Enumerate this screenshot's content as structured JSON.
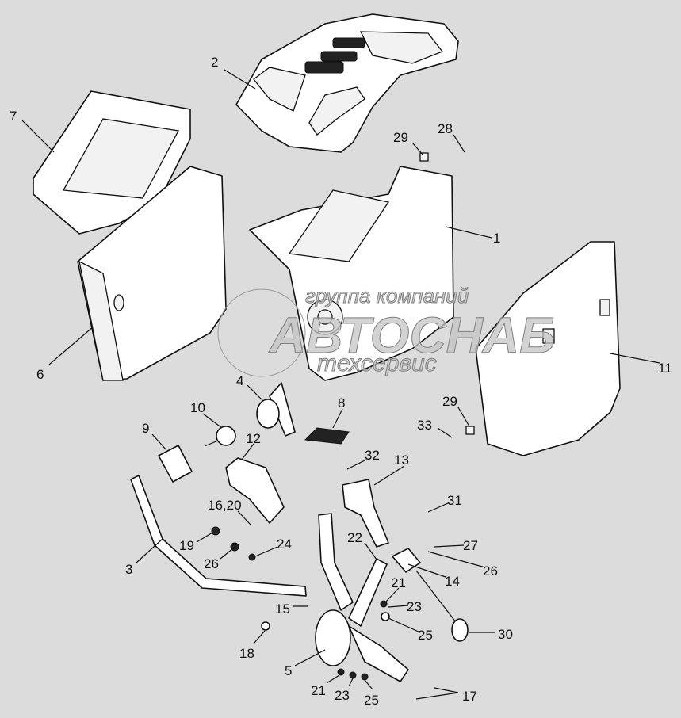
{
  "watermark": {
    "line1": "группа компаний",
    "line2": "АВТОСНАБ",
    "line3": "техсервис"
  },
  "callouts": [
    {
      "id": "c2",
      "text": "2"
    },
    {
      "id": "c7",
      "text": "7"
    },
    {
      "id": "c29a",
      "text": "29"
    },
    {
      "id": "c28",
      "text": "28"
    },
    {
      "id": "c1",
      "text": "1"
    },
    {
      "id": "c6",
      "text": "6"
    },
    {
      "id": "c4",
      "text": "4"
    },
    {
      "id": "c11",
      "text": "11"
    },
    {
      "id": "c10",
      "text": "10"
    },
    {
      "id": "c8",
      "text": "8"
    },
    {
      "id": "c29b",
      "text": "29"
    },
    {
      "id": "c33",
      "text": "33"
    },
    {
      "id": "c9",
      "text": "9"
    },
    {
      "id": "c12",
      "text": "12"
    },
    {
      "id": "c32",
      "text": "32"
    },
    {
      "id": "c13",
      "text": "13"
    },
    {
      "id": "c31",
      "text": "31"
    },
    {
      "id": "c1620",
      "text": "16,20"
    },
    {
      "id": "c19",
      "text": "19"
    },
    {
      "id": "c24",
      "text": "24"
    },
    {
      "id": "c22",
      "text": "22"
    },
    {
      "id": "c27",
      "text": "27"
    },
    {
      "id": "c26a",
      "text": "26"
    },
    {
      "id": "c26b",
      "text": "26"
    },
    {
      "id": "c3",
      "text": "3"
    },
    {
      "id": "c14",
      "text": "14"
    },
    {
      "id": "c21a",
      "text": "21"
    },
    {
      "id": "c23a",
      "text": "23"
    },
    {
      "id": "c15",
      "text": "15"
    },
    {
      "id": "c25a",
      "text": "25"
    },
    {
      "id": "c30",
      "text": "30"
    },
    {
      "id": "c18",
      "text": "18"
    },
    {
      "id": "c5",
      "text": "5"
    },
    {
      "id": "c21b",
      "text": "21"
    },
    {
      "id": "c23b",
      "text": "23"
    },
    {
      "id": "c25b",
      "text": "25"
    },
    {
      "id": "c17",
      "text": "17"
    }
  ]
}
